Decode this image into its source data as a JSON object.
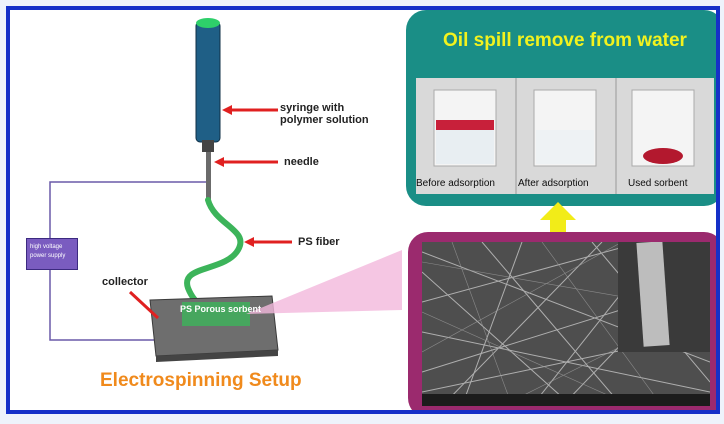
{
  "setup": {
    "title": "Electrospinning Setup",
    "labels": {
      "syringe": "syringe with polymer solution",
      "needle": "needle",
      "fiber": "PS fiber",
      "collector": "collector",
      "sorbent": "PS Porous sorbent",
      "power_supply": "high voltage power supply"
    }
  },
  "oil_panel": {
    "title": "Oil spill remove from water",
    "captions": [
      "Before adsorption",
      "After adsorption",
      "Used sorbent"
    ]
  },
  "colors": {
    "frame": "#1530c8",
    "setup_title": "#f08a1c",
    "oil_panel": "#1a8e86",
    "oil_title": "#f2f21e",
    "sem_panel": "#9b2a6e",
    "fiber": "#3cb45a",
    "arrow": "#e02020"
  }
}
